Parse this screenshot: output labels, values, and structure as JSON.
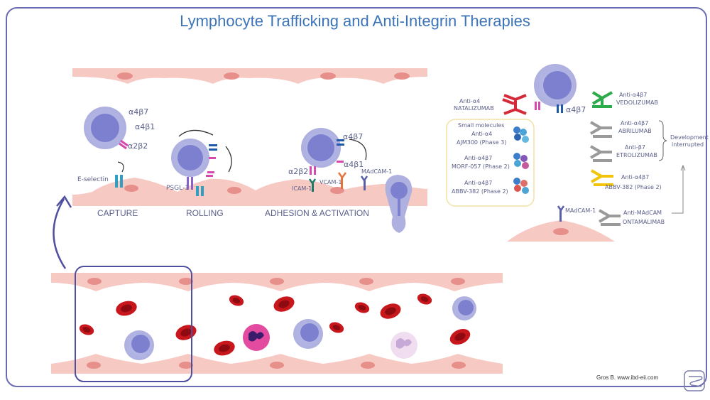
{
  "title": "Lymphocyte Trafficking and Anti-Integrin Therapies",
  "stages": {
    "capture": "CAPTURE",
    "rolling": "ROLLING",
    "adhesion": "ADHESION & ACTIVATION"
  },
  "molecules": {
    "a4b7": "α4β7",
    "a4b1": "α4β1",
    "a2b2": "α2β2",
    "e_selectin": "E-selectin",
    "psgl1": "PSGL-1",
    "icam1": "ICAM-1",
    "vcam1": "VCAM-1",
    "madcam1": "MAdCAM-1"
  },
  "therapies": {
    "natalizumab": {
      "target": "Anti-α4",
      "name": "NATALIZUMAB"
    },
    "vedolizumab": {
      "target": "Anti-α4β7",
      "name": "VEDOLIZUMAB"
    },
    "abrilumab": {
      "target": "Anti-α4β7",
      "name": "ABRILUMAB"
    },
    "etrolizumab": {
      "target": "Anti-β7",
      "name": "ETROLIZUMAB"
    },
    "abbv_right": {
      "target": "Anti-α4β7",
      "name": "ABBV-382 (Phase 2)"
    },
    "ontamalimab": {
      "target": "Anti-MAdCAM",
      "name": "ONTAMALIMAB"
    },
    "development_note": [
      "Development",
      "interrupted"
    ],
    "small_molecules": {
      "header": "Small molecules",
      "items": [
        {
          "target": "Anti-α4",
          "name": "AJM300 (Phase 3)"
        },
        {
          "target": "Anti-α4β7",
          "name": "MORF-057 (Phase 2)"
        },
        {
          "target": "Anti-α4β7",
          "name": "ABBV-382 (Phase 2)"
        }
      ]
    }
  },
  "credit": "Gros B. www.ibd-eii.com",
  "colors": {
    "title": "#3d74b8",
    "frame": "#6b6bb3",
    "endothelium": "#f7c9c3",
    "cell_nucleus": "#7d7fcf",
    "rbc": "#c8161d",
    "natalizumab": "#d42a3a",
    "vedolizumab": "#2daa4a",
    "abbv": "#f2c50c",
    "interrupted": "#9a9a9a"
  },
  "icons": [
    "lymphocyte",
    "neutrophil",
    "red-blood-cell",
    "antibody",
    "intestine-logo-icon",
    "arrow-icon"
  ]
}
